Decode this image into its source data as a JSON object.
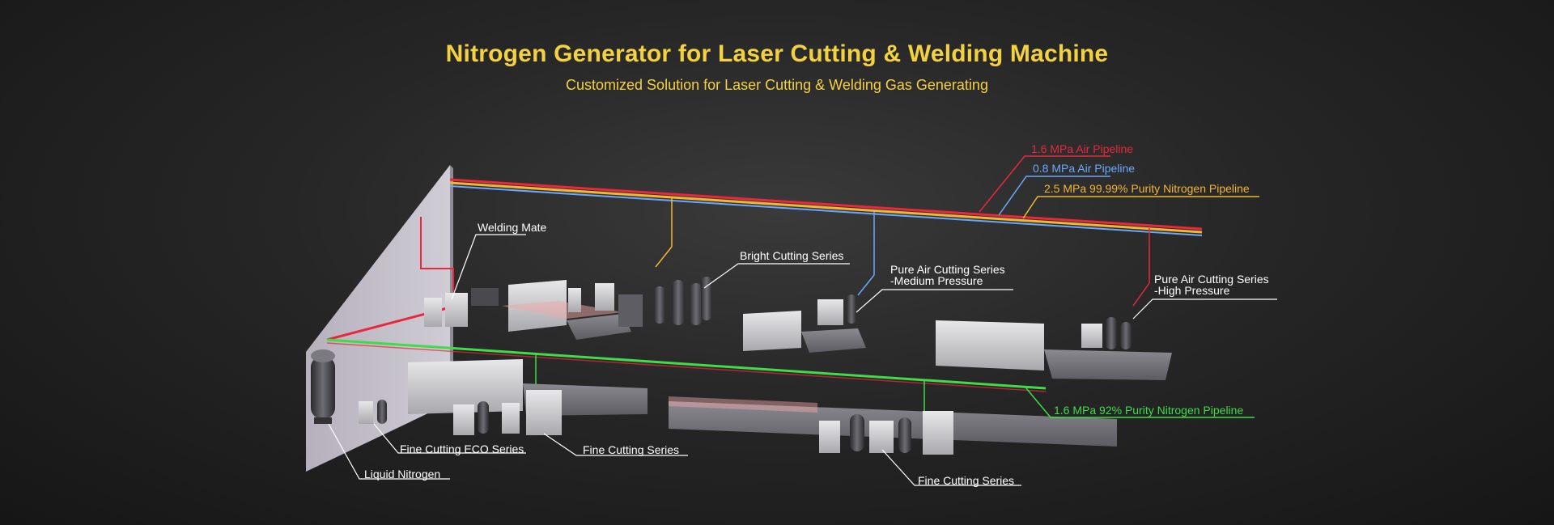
{
  "header": {
    "title": "Nitrogen Generator for Laser Cutting & Welding Machine",
    "subtitle": "Customized Solution for Laser Cutting & Welding Gas Generating"
  },
  "pipelines": {
    "air_16": {
      "label": "1.6 MPa Air Pipeline",
      "color": "#e8283c"
    },
    "air_08": {
      "label": "0.8 MPa Air Pipeline",
      "color": "#6aa8ff"
    },
    "n2_25": {
      "label": "2.5 MPa 99.99% Purity Nitrogen Pipeline",
      "color": "#f2b632"
    },
    "n2_16": {
      "label": "1.6 MPa 92% Purity Nitrogen Pipeline",
      "color": "#3fdc4a"
    }
  },
  "labels": {
    "welding_mate": "Welding Mate",
    "bright_cutting": "Bright Cutting Series",
    "pure_air_medium_1": "Pure Air Cutting Series",
    "pure_air_medium_2": "-Medium Pressure",
    "pure_air_high_1": "Pure Air Cutting Series",
    "pure_air_high_2": "-High Pressure",
    "fine_cutting_eco": "Fine Cutting ECO Series",
    "fine_cutting_1": "Fine Cutting Series",
    "fine_cutting_2": "Fine Cutting Series",
    "liquid_nitrogen": "Liquid Nitrogen"
  }
}
